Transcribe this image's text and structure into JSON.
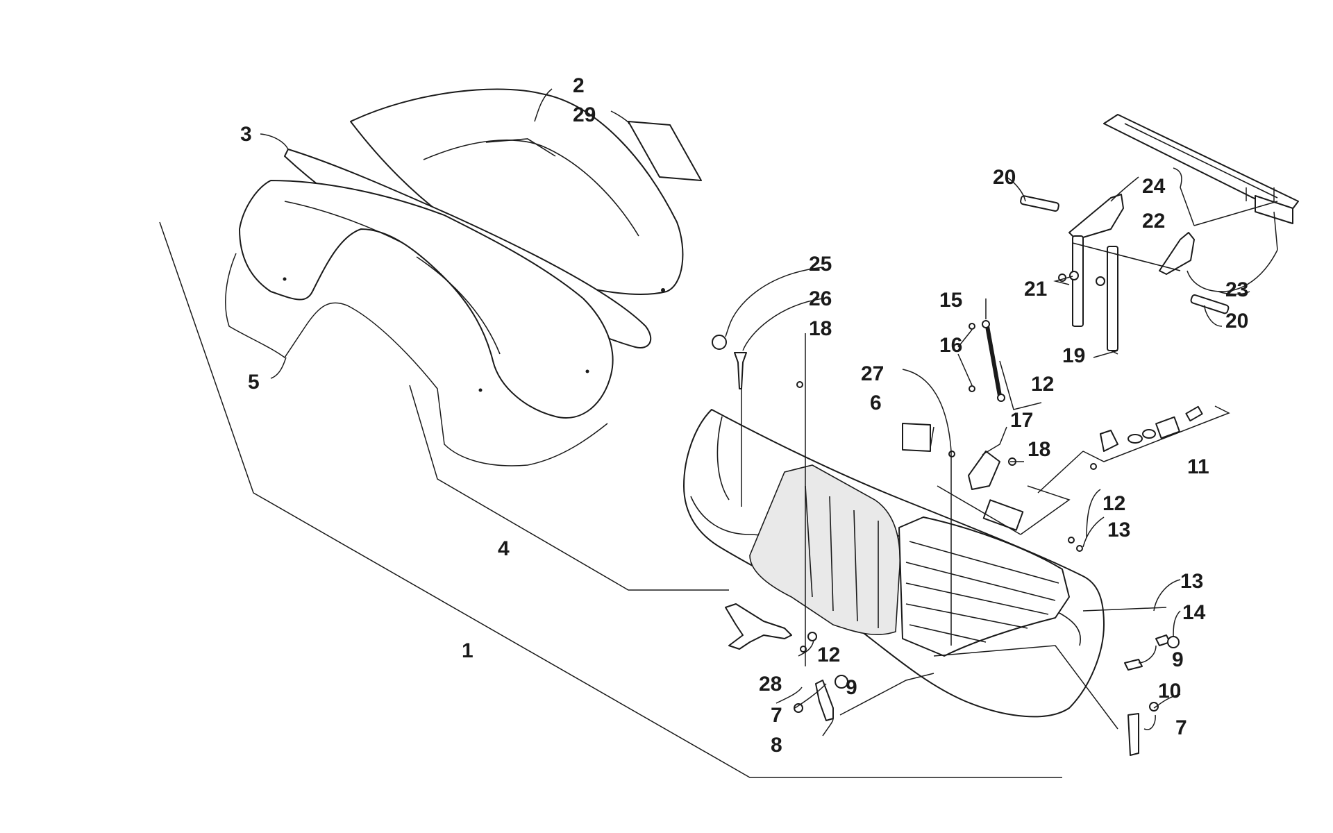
{
  "labels": [
    {
      "id": "l1",
      "text": "1"
    },
    {
      "id": "l2",
      "text": "2"
    },
    {
      "id": "l3",
      "text": "3"
    },
    {
      "id": "l4",
      "text": "4"
    },
    {
      "id": "l5",
      "text": "5"
    },
    {
      "id": "l6",
      "text": "6"
    },
    {
      "id": "l7a",
      "text": "7"
    },
    {
      "id": "l7b",
      "text": "7"
    },
    {
      "id": "l8",
      "text": "8"
    },
    {
      "id": "l9a",
      "text": "9"
    },
    {
      "id": "l9b",
      "text": "9"
    },
    {
      "id": "l10",
      "text": "10"
    },
    {
      "id": "l11",
      "text": "11"
    },
    {
      "id": "l12a",
      "text": "12"
    },
    {
      "id": "l12b",
      "text": "12"
    },
    {
      "id": "l12c",
      "text": "12"
    },
    {
      "id": "l13a",
      "text": "13"
    },
    {
      "id": "l13b",
      "text": "13"
    },
    {
      "id": "l14",
      "text": "14"
    },
    {
      "id": "l15",
      "text": "15"
    },
    {
      "id": "l16",
      "text": "16"
    },
    {
      "id": "l17",
      "text": "17"
    },
    {
      "id": "l18a",
      "text": "18"
    },
    {
      "id": "l18b",
      "text": "18"
    },
    {
      "id": "l19",
      "text": "19"
    },
    {
      "id": "l20a",
      "text": "20"
    },
    {
      "id": "l20b",
      "text": "20"
    },
    {
      "id": "l21",
      "text": "21"
    },
    {
      "id": "l22",
      "text": "22"
    },
    {
      "id": "l23",
      "text": "23"
    },
    {
      "id": "l24",
      "text": "24"
    },
    {
      "id": "l25",
      "text": "25"
    },
    {
      "id": "l26",
      "text": "26"
    },
    {
      "id": "l27",
      "text": "27"
    },
    {
      "id": "l28",
      "text": "28"
    },
    {
      "id": "l29",
      "text": "29"
    }
  ]
}
